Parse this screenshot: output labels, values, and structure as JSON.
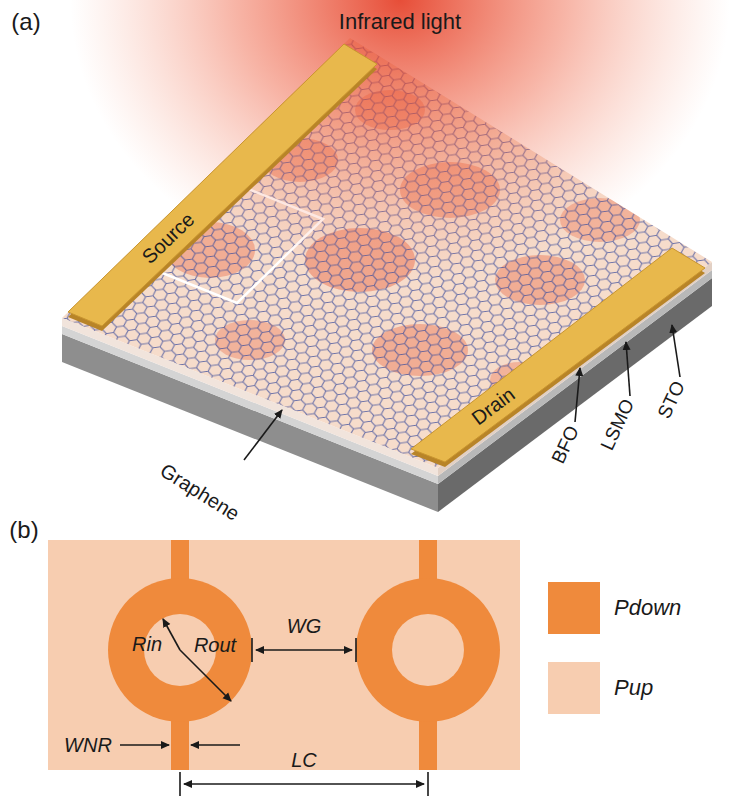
{
  "diagram": {
    "nodes": [
      {
        "text": [
          "Source"
        ]
      },
      {
        "text": [
          "Drain"
        ]
      }
    ],
    "labels": [
      "(a)",
      "Infrared light",
      "BFO",
      "LSMO",
      "STO",
      "Graphene",
      "(b)",
      "Rin",
      "Rout",
      "WG",
      "WNR",
      "LC"
    ],
    "legend": [
      {
        "text": "Pdown",
        "color": "#ef8a3c"
      },
      {
        "text": "Pup",
        "color": "#f7cdb0"
      }
    ]
  }
}
